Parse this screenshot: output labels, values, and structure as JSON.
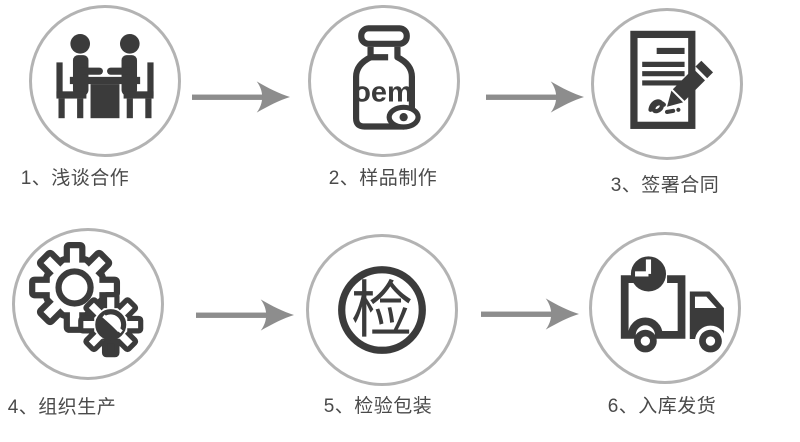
{
  "diagram_type": "process-flow",
  "colors": {
    "background": "#ffffff",
    "icon": "#3b3b3b",
    "circle_ring": "#b3b3b3",
    "arrow": "#8d8d8d",
    "label_text": "#4a4a4a"
  },
  "steps": [
    {
      "label": "1、浅谈合作",
      "icon": "meeting-icon"
    },
    {
      "label": "2、样品制作",
      "icon": "oem-bottle-icon"
    },
    {
      "label": "3、签署合同",
      "icon": "contract-signing-icon"
    },
    {
      "label": "4、组织生产",
      "icon": "gears-icon"
    },
    {
      "label": "5、检验包装",
      "icon": "inspection-stamp-icon"
    },
    {
      "label": "6、入库发货",
      "icon": "delivery-truck-icon"
    }
  ],
  "icon_text": {
    "bottle_brand": "oem",
    "inspection_glyph": "检"
  }
}
